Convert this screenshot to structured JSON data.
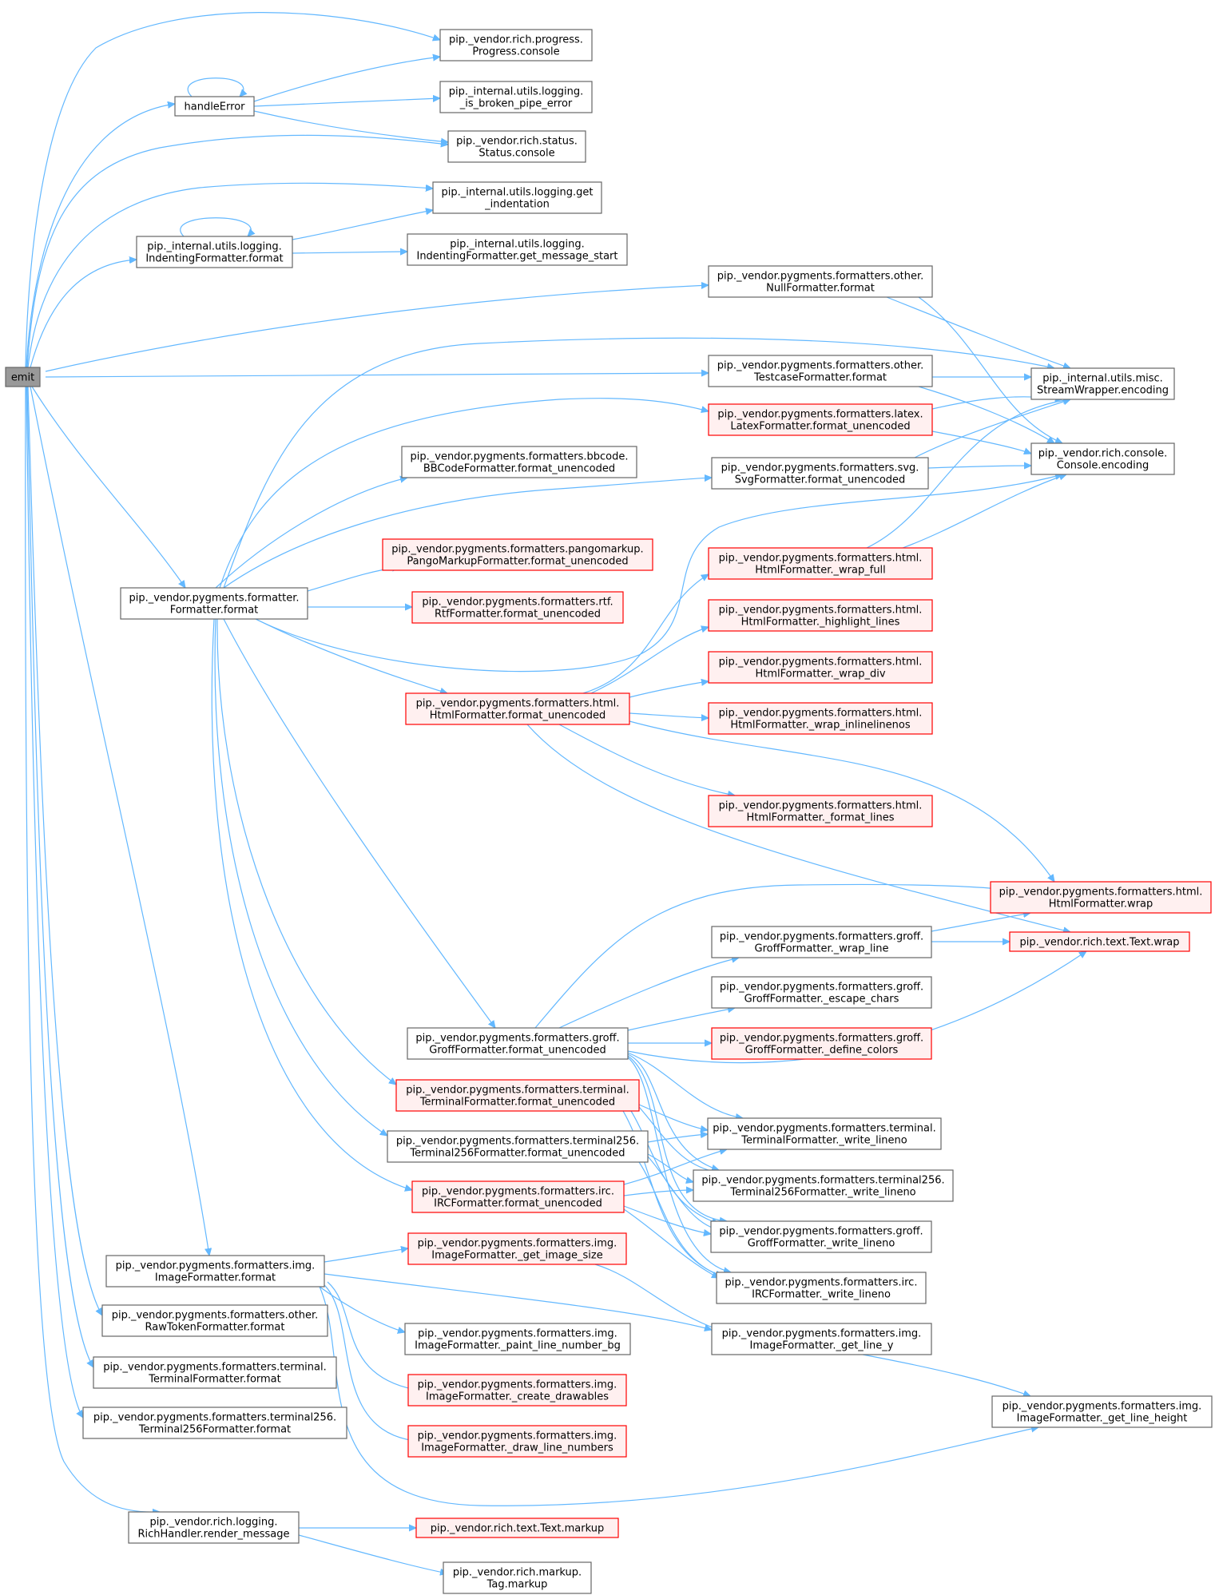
{
  "colors": {
    "edge": "#63b8ff",
    "normal_border": "#666666",
    "normal_fill": "#ffffff",
    "red_border": "#ff0000",
    "red_fill": "#fff0f0",
    "root_border": "#666666",
    "root_fill": "#999999"
  },
  "nodes": [
    {
      "id": "emit",
      "lines": [
        "emit"
      ],
      "style": "root"
    },
    {
      "id": "handleError",
      "lines": [
        "handleError"
      ],
      "style": "normal"
    },
    {
      "id": "progress",
      "lines": [
        "pip._vendor.rich.progress.",
        "Progress.console"
      ],
      "style": "normal"
    },
    {
      "id": "broken",
      "lines": [
        "pip._internal.utils.logging.",
        "_is_broken_pipe_error"
      ],
      "style": "normal"
    },
    {
      "id": "status",
      "lines": [
        "pip._vendor.rich.status.",
        "Status.console"
      ],
      "style": "normal"
    },
    {
      "id": "getind",
      "lines": [
        "pip._internal.utils.logging.get",
        "_indentation"
      ],
      "style": "normal"
    },
    {
      "id": "indfmt",
      "lines": [
        "pip._internal.utils.logging.",
        "IndentingFormatter.format"
      ],
      "style": "normal"
    },
    {
      "id": "getmsg",
      "lines": [
        "pip._internal.utils.logging.",
        "IndentingFormatter.get_message_start"
      ],
      "style": "normal"
    },
    {
      "id": "nullfmt",
      "lines": [
        "pip._vendor.pygments.formatters.other.",
        "NullFormatter.format"
      ],
      "style": "normal"
    },
    {
      "id": "swenc",
      "lines": [
        "pip._internal.utils.misc.",
        "StreamWrapper.encoding"
      ],
      "style": "normal"
    },
    {
      "id": "testfmt",
      "lines": [
        "pip._vendor.pygments.formatters.other.",
        "TestcaseFormatter.format"
      ],
      "style": "normal"
    },
    {
      "id": "latex",
      "lines": [
        "pip._vendor.pygments.formatters.latex.",
        "LatexFormatter.format_unencoded"
      ],
      "style": "red"
    },
    {
      "id": "conenc",
      "lines": [
        "pip._vendor.rich.console.",
        "Console.encoding"
      ],
      "style": "normal"
    },
    {
      "id": "bbcode",
      "lines": [
        "pip._vendor.pygments.formatters.bbcode.",
        "BBCodeFormatter.format_unencoded"
      ],
      "style": "normal"
    },
    {
      "id": "svg",
      "lines": [
        "pip._vendor.pygments.formatters.svg.",
        "SvgFormatter.format_unencoded"
      ],
      "style": "normal"
    },
    {
      "id": "pango",
      "lines": [
        "pip._vendor.pygments.formatters.pangomarkup.",
        "PangoMarkupFormatter.format_unencoded"
      ],
      "style": "red"
    },
    {
      "id": "wrapfull",
      "lines": [
        "pip._vendor.pygments.formatters.html.",
        "HtmlFormatter._wrap_full"
      ],
      "style": "red"
    },
    {
      "id": "fmtformat",
      "lines": [
        "pip._vendor.pygments.formatter.",
        "Formatter.format"
      ],
      "style": "normal"
    },
    {
      "id": "rtf",
      "lines": [
        "pip._vendor.pygments.formatters.rtf.",
        "RtfFormatter.format_unencoded"
      ],
      "style": "red"
    },
    {
      "id": "highlight",
      "lines": [
        "pip._vendor.pygments.formatters.html.",
        "HtmlFormatter._highlight_lines"
      ],
      "style": "red"
    },
    {
      "id": "wrapdiv",
      "lines": [
        "pip._vendor.pygments.formatters.html.",
        "HtmlFormatter._wrap_div"
      ],
      "style": "red"
    },
    {
      "id": "htmlfmt",
      "lines": [
        "pip._vendor.pygments.formatters.html.",
        "HtmlFormatter.format_unencoded"
      ],
      "style": "red"
    },
    {
      "id": "inlineno",
      "lines": [
        "pip._vendor.pygments.formatters.html.",
        "HtmlFormatter._wrap_inlinelinenos"
      ],
      "style": "red"
    },
    {
      "id": "fmtlines",
      "lines": [
        "pip._vendor.pygments.formatters.html.",
        "HtmlFormatter._format_lines"
      ],
      "style": "red"
    },
    {
      "id": "htmlwrap",
      "lines": [
        "pip._vendor.pygments.formatters.html.",
        "HtmlFormatter.wrap"
      ],
      "style": "red"
    },
    {
      "id": "groffwrapline",
      "lines": [
        "pip._vendor.pygments.formatters.groff.",
        "GroffFormatter._wrap_line"
      ],
      "style": "normal"
    },
    {
      "id": "textwrap",
      "lines": [
        "pip._vendor.rich.text.Text.wrap"
      ],
      "style": "red"
    },
    {
      "id": "groffescape",
      "lines": [
        "pip._vendor.pygments.formatters.groff.",
        "GroffFormatter._escape_chars"
      ],
      "style": "normal"
    },
    {
      "id": "grofffmt",
      "lines": [
        "pip._vendor.pygments.formatters.groff.",
        "GroffFormatter.format_unencoded"
      ],
      "style": "normal"
    },
    {
      "id": "groffcolors",
      "lines": [
        "pip._vendor.pygments.formatters.groff.",
        "GroffFormatter._define_colors"
      ],
      "style": "red"
    },
    {
      "id": "termfmt",
      "lines": [
        "pip._vendor.pygments.formatters.terminal.",
        "TerminalFormatter.format_unencoded"
      ],
      "style": "red"
    },
    {
      "id": "termwl",
      "lines": [
        "pip._vendor.pygments.formatters.terminal.",
        "TerminalFormatter._write_lineno"
      ],
      "style": "normal"
    },
    {
      "id": "t256fmt",
      "lines": [
        "pip._vendor.pygments.formatters.terminal256.",
        "Terminal256Formatter.format_unencoded"
      ],
      "style": "normal"
    },
    {
      "id": "t256wl",
      "lines": [
        "pip._vendor.pygments.formatters.terminal256.",
        "Terminal256Formatter._write_lineno"
      ],
      "style": "normal"
    },
    {
      "id": "ircfmt",
      "lines": [
        "pip._vendor.pygments.formatters.irc.",
        "IRCFormatter.format_unencoded"
      ],
      "style": "red"
    },
    {
      "id": "groffwl",
      "lines": [
        "pip._vendor.pygments.formatters.groff.",
        "GroffFormatter._write_lineno"
      ],
      "style": "normal"
    },
    {
      "id": "imgsize",
      "lines": [
        "pip._vendor.pygments.formatters.img.",
        "ImageFormatter._get_image_size"
      ],
      "style": "red"
    },
    {
      "id": "imgfmt",
      "lines": [
        "pip._vendor.pygments.formatters.img.",
        "ImageFormatter.format"
      ],
      "style": "normal"
    },
    {
      "id": "ircwl",
      "lines": [
        "pip._vendor.pygments.formatters.irc.",
        "IRCFormatter._write_lineno"
      ],
      "style": "normal"
    },
    {
      "id": "rawfmt",
      "lines": [
        "pip._vendor.pygments.formatters.other.",
        "RawTokenFormatter.format"
      ],
      "style": "normal"
    },
    {
      "id": "paintbg",
      "lines": [
        "pip._vendor.pygments.formatters.img.",
        "ImageFormatter._paint_line_number_bg"
      ],
      "style": "normal"
    },
    {
      "id": "getliney",
      "lines": [
        "pip._vendor.pygments.formatters.img.",
        "ImageFormatter._get_line_y"
      ],
      "style": "normal"
    },
    {
      "id": "termformat",
      "lines": [
        "pip._vendor.pygments.formatters.terminal.",
        "TerminalFormatter.format"
      ],
      "style": "normal"
    },
    {
      "id": "drawables",
      "lines": [
        "pip._vendor.pygments.formatters.img.",
        "ImageFormatter._create_drawables"
      ],
      "style": "red"
    },
    {
      "id": "lineheight",
      "lines": [
        "pip._vendor.pygments.formatters.img.",
        "ImageFormatter._get_line_height"
      ],
      "style": "normal"
    },
    {
      "id": "t256format",
      "lines": [
        "pip._vendor.pygments.formatters.terminal256.",
        "Terminal256Formatter.format"
      ],
      "style": "normal"
    },
    {
      "id": "drawlinenos",
      "lines": [
        "pip._vendor.pygments.formatters.img.",
        "ImageFormatter._draw_line_numbers"
      ],
      "style": "red"
    },
    {
      "id": "richhandler",
      "lines": [
        "pip._vendor.rich.logging.",
        "RichHandler.render_message"
      ],
      "style": "normal"
    },
    {
      "id": "textmarkup",
      "lines": [
        "pip._vendor.rich.text.Text.markup"
      ],
      "style": "red"
    },
    {
      "id": "tagmarkup",
      "lines": [
        "pip._vendor.rich.markup.",
        "Tag.markup"
      ],
      "style": "normal"
    }
  ],
  "edges": [
    [
      "emit",
      "progress"
    ],
    [
      "emit",
      "handleError"
    ],
    [
      "emit",
      "status"
    ],
    [
      "emit",
      "getind"
    ],
    [
      "emit",
      "indfmt"
    ],
    [
      "emit",
      "nullfmt"
    ],
    [
      "emit",
      "testfmt"
    ],
    [
      "emit",
      "fmtformat"
    ],
    [
      "emit",
      "imgfmt"
    ],
    [
      "emit",
      "rawfmt"
    ],
    [
      "emit",
      "termformat"
    ],
    [
      "emit",
      "t256format"
    ],
    [
      "emit",
      "richhandler"
    ],
    [
      "handleError",
      "handleError"
    ],
    [
      "handleError",
      "progress"
    ],
    [
      "handleError",
      "broken"
    ],
    [
      "handleError",
      "status"
    ],
    [
      "indfmt",
      "indfmt"
    ],
    [
      "indfmt",
      "getind"
    ],
    [
      "indfmt",
      "getmsg"
    ],
    [
      "nullfmt",
      "swenc"
    ],
    [
      "nullfmt",
      "conenc"
    ],
    [
      "testfmt",
      "swenc"
    ],
    [
      "testfmt",
      "conenc"
    ],
    [
      "latex",
      "swenc"
    ],
    [
      "latex",
      "conenc"
    ],
    [
      "svg",
      "swenc"
    ],
    [
      "svg",
      "conenc"
    ],
    [
      "wrapfull",
      "swenc"
    ],
    [
      "wrapfull",
      "conenc"
    ],
    [
      "fmtformat",
      "swenc"
    ],
    [
      "fmtformat",
      "latex"
    ],
    [
      "fmtformat",
      "bbcode"
    ],
    [
      "fmtformat",
      "svg"
    ],
    [
      "fmtformat",
      "pango"
    ],
    [
      "fmtformat",
      "rtf"
    ],
    [
      "fmtformat",
      "conenc"
    ],
    [
      "fmtformat",
      "htmlfmt"
    ],
    [
      "fmtformat",
      "grofffmt"
    ],
    [
      "fmtformat",
      "termfmt"
    ],
    [
      "fmtformat",
      "t256fmt"
    ],
    [
      "fmtformat",
      "ircfmt"
    ],
    [
      "htmlfmt",
      "wrapfull"
    ],
    [
      "htmlfmt",
      "highlight"
    ],
    [
      "htmlfmt",
      "wrapdiv"
    ],
    [
      "htmlfmt",
      "inlineno"
    ],
    [
      "htmlfmt",
      "fmtlines"
    ],
    [
      "htmlfmt",
      "htmlwrap"
    ],
    [
      "htmlfmt",
      "textwrap"
    ],
    [
      "groffwrapline",
      "htmlwrap"
    ],
    [
      "groffwrapline",
      "textwrap"
    ],
    [
      "grofffmt",
      "htmlwrap"
    ],
    [
      "grofffmt",
      "groffwrapline"
    ],
    [
      "grofffmt",
      "groffescape"
    ],
    [
      "grofffmt",
      "groffcolors"
    ],
    [
      "grofffmt",
      "textwrap"
    ],
    [
      "grofffmt",
      "termwl"
    ],
    [
      "grofffmt",
      "t256wl"
    ],
    [
      "grofffmt",
      "groffwl"
    ],
    [
      "grofffmt",
      "ircwl"
    ],
    [
      "termfmt",
      "termwl"
    ],
    [
      "termfmt",
      "t256wl"
    ],
    [
      "termfmt",
      "groffwl"
    ],
    [
      "termfmt",
      "ircwl"
    ],
    [
      "t256fmt",
      "termwl"
    ],
    [
      "t256fmt",
      "t256wl"
    ],
    [
      "t256fmt",
      "groffwl"
    ],
    [
      "t256fmt",
      "ircwl"
    ],
    [
      "ircfmt",
      "termwl"
    ],
    [
      "ircfmt",
      "t256wl"
    ],
    [
      "ircfmt",
      "groffwl"
    ],
    [
      "ircfmt",
      "ircwl"
    ],
    [
      "imgfmt",
      "imgsize"
    ],
    [
      "imgfmt",
      "getliney"
    ],
    [
      "imgfmt",
      "paintbg"
    ],
    [
      "imgfmt",
      "drawables"
    ],
    [
      "imgfmt",
      "drawlinenos"
    ],
    [
      "imgfmt",
      "lineheight"
    ],
    [
      "imgsize",
      "getliney"
    ],
    [
      "getliney",
      "lineheight"
    ],
    [
      "richhandler",
      "textmarkup"
    ],
    [
      "richhandler",
      "tagmarkup"
    ]
  ]
}
